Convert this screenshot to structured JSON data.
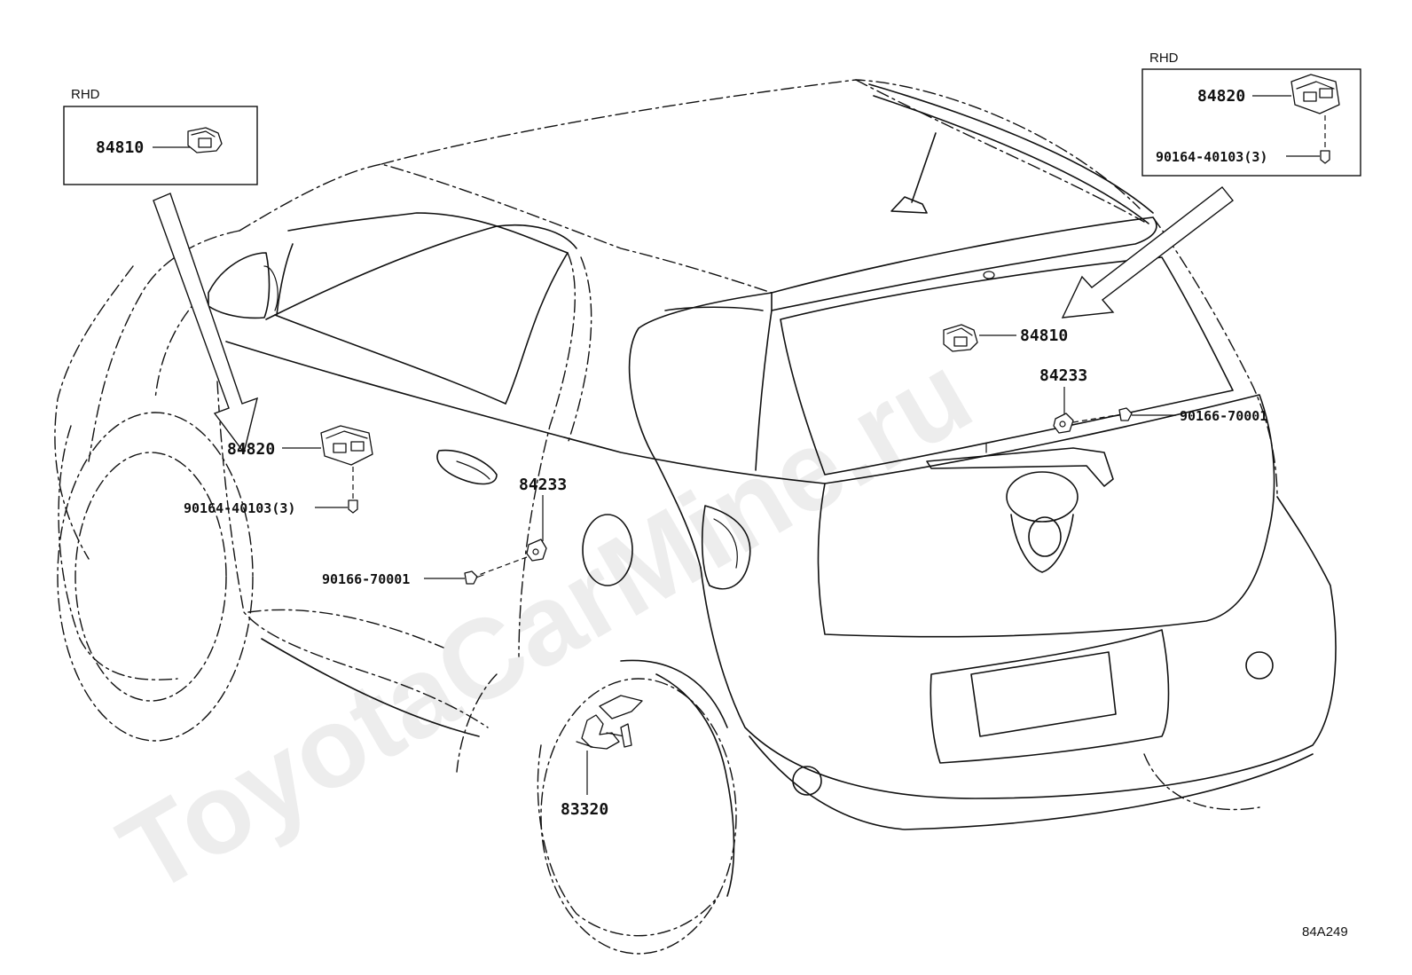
{
  "watermark": "ToyotaCarMine.ru",
  "figure_code": "84A249",
  "inset_left": {
    "variant_label": "RHD",
    "part_number": "84810"
  },
  "inset_right": {
    "variant_label": "RHD",
    "part_number": "84820",
    "screw_label": "90164-40103(3)"
  },
  "callouts": {
    "door_switch": "84820",
    "door_switch_screw": "90164-40103(3)",
    "door_sensor": "84233",
    "door_sensor_bolt": "90166-70001",
    "rear_switch": "84810",
    "rear_sensor": "84233",
    "rear_sensor_bolt": "90166-70001",
    "lower_part": "83320"
  }
}
